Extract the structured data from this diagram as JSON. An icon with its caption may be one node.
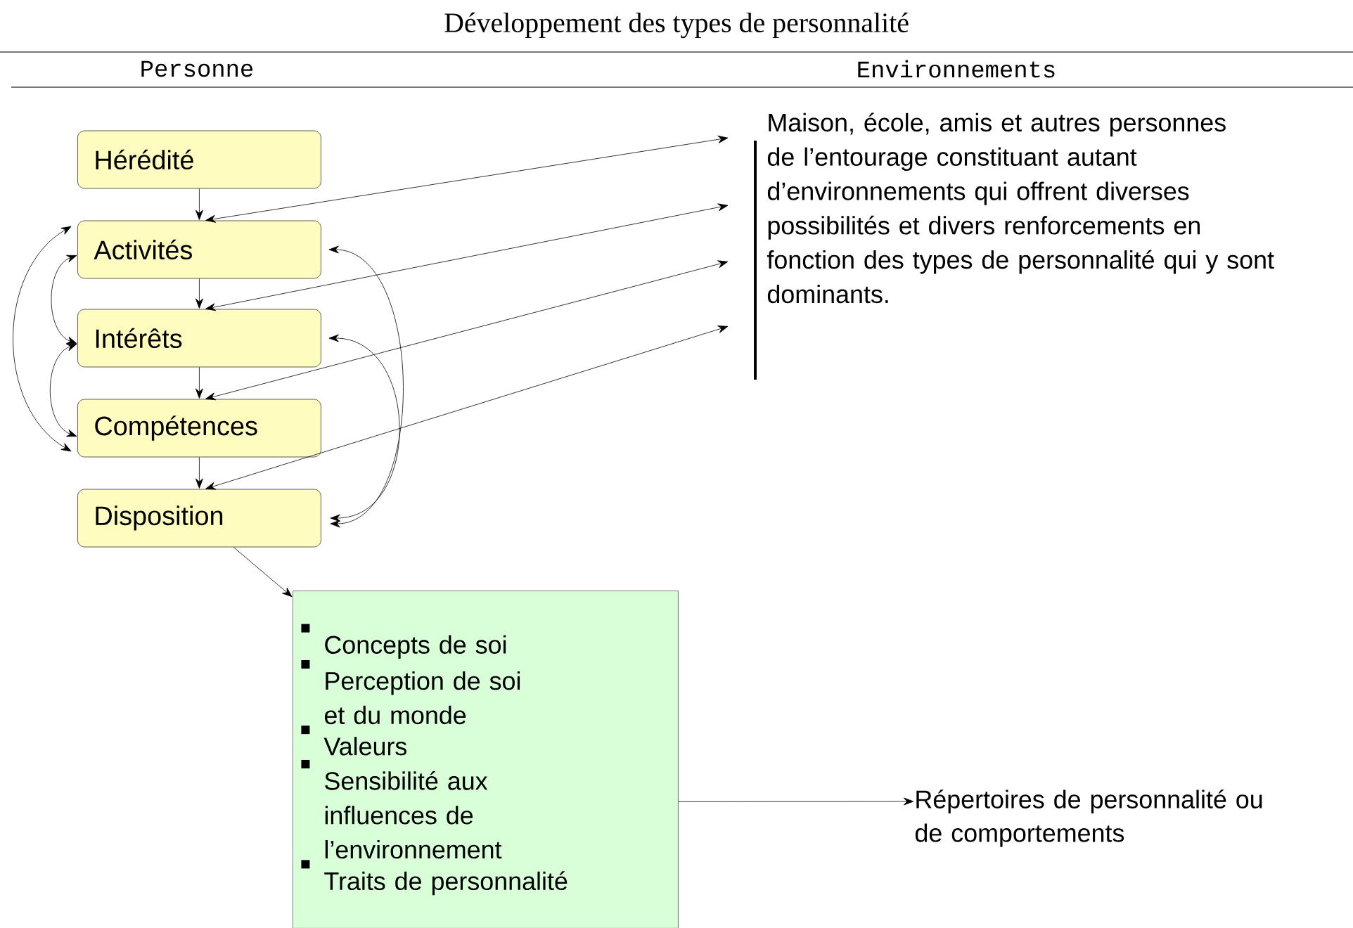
{
  "diagram": {
    "title": "Développement des types de personnalité",
    "nodes": [
      {
        "text": [
          "Hérédité"
        ]
      },
      {
        "text": [
          "Activités"
        ]
      },
      {
        "text": [
          "Intérêts"
        ]
      },
      {
        "text": [
          "Compétences"
        ]
      },
      {
        "text": [
          "Disposition"
        ]
      },
      {
        "text": [
          "Maison, école, amis et autres personnes de l’entourage constituant autant d’environnements qui offrent diverses possibilités et divers renforcements en fonction des types de personnalité qui y sont dominants."
        ]
      },
      {
        "text": [
          "Concepts de soi",
          "Perception de soi et du monde",
          "Valeurs",
          "Sensibilité aux influences de l’environnement",
          "Traits de personnalité"
        ]
      },
      {
        "text": [
          "Répertoires de personnalité ou de comportements"
        ]
      }
    ],
    "edges": [
      {
        "from": 0,
        "to": 1,
        "arrow": "to"
      },
      {
        "from": 1,
        "to": 2,
        "arrow": "to"
      },
      {
        "from": 2,
        "to": 3,
        "arrow": "to"
      },
      {
        "from": 3,
        "to": 4,
        "arrow": "to"
      },
      {
        "from": 1,
        "to": 5,
        "arrow": "both"
      },
      {
        "from": 2,
        "to": 5,
        "arrow": "both"
      },
      {
        "from": 3,
        "to": 5,
        "arrow": "both"
      },
      {
        "from": 4,
        "to": 5,
        "arrow": "both"
      },
      {
        "from": 1,
        "to": 2,
        "arrow": "both"
      },
      {
        "from": 2,
        "to": 3,
        "arrow": "both"
      },
      {
        "from": 1,
        "to": 3,
        "arrow": "both"
      },
      {
        "from": 1,
        "to": 4,
        "arrow": "both"
      },
      {
        "from": 2,
        "to": 4,
        "arrow": "both"
      },
      {
        "from": 4,
        "to": 6,
        "arrow": "to"
      },
      {
        "from": 6,
        "to": 7,
        "arrow": "to"
      }
    ],
    "labels": [
      "Personne",
      "Environnements"
    ]
  }
}
